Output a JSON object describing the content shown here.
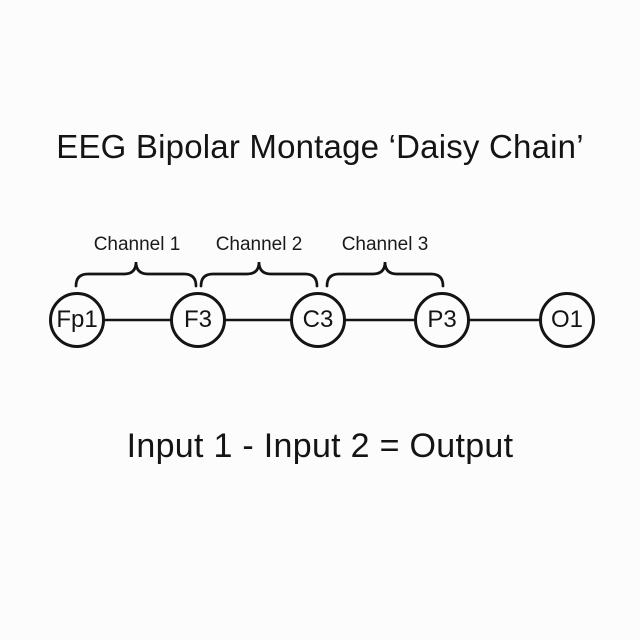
{
  "colors": {
    "background": "#fcfcfc",
    "ink": "#141414"
  },
  "title": "EEG Bipolar Montage ‘Daisy Chain’",
  "channels": [
    {
      "label": "Channel 1",
      "input1": "Fp1",
      "input2": "F3"
    },
    {
      "label": "Channel 2",
      "input1": "F3",
      "input2": "C3"
    },
    {
      "label": "Channel 3",
      "input1": "C3",
      "input2": "P3"
    }
  ],
  "electrodes": [
    {
      "label": "Fp1"
    },
    {
      "label": "F3"
    },
    {
      "label": "C3"
    },
    {
      "label": "P3"
    },
    {
      "label": "O1"
    }
  ],
  "formula": "Input 1 - Input 2 = Output"
}
